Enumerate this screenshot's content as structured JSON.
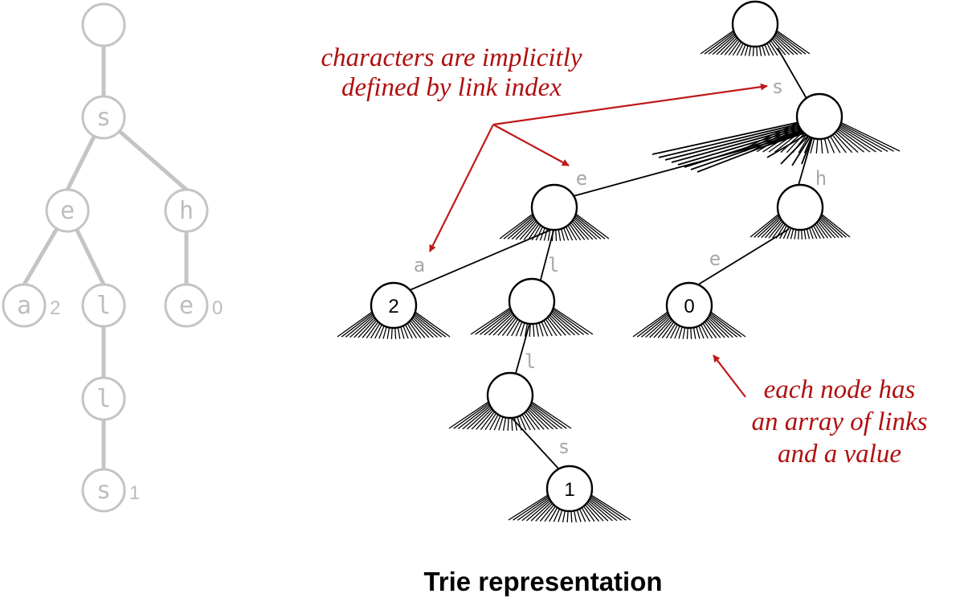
{
  "caption": "Trie representation",
  "annotations": {
    "top_line1": "characters are implicitly",
    "top_line2": "defined by link index",
    "right_line1": "each node has",
    "right_line2": "an array of links",
    "right_line3": "and a value"
  },
  "small_trie": {
    "keys": [
      "s",
      "e",
      "h",
      "a",
      "l",
      "e",
      "l",
      "s"
    ],
    "values": [
      "2",
      "0",
      "1"
    ]
  },
  "large_trie": {
    "link_labels": [
      "s",
      "e",
      "h",
      "a",
      "l",
      "e",
      "l",
      "s"
    ],
    "values": [
      "2",
      "0",
      "1"
    ]
  },
  "colors": {
    "annotation": "#b01010",
    "arrow": "#c01818",
    "faded": "#c4c4c4"
  }
}
